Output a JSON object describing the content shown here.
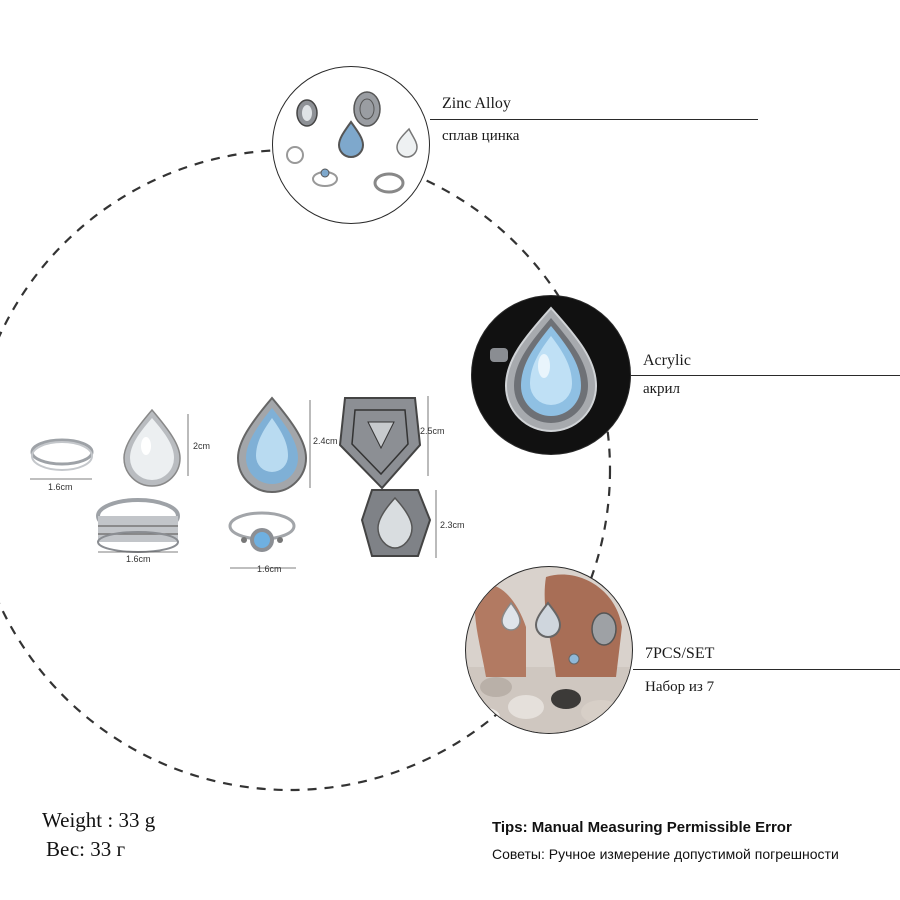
{
  "callouts": [
    {
      "label_en": "Zinc Alloy",
      "label_ru": "сплав цинка"
    },
    {
      "label_en": "Acrylic",
      "label_ru": "акрил"
    },
    {
      "label_en": "7PCS/SET",
      "label_ru": "Набор из 7"
    }
  ],
  "dimensions": {
    "ring_moon": "1.6cm",
    "ring_opal": "2cm",
    "ring_blue_drop": "2.4cm",
    "ring_shield": "2.5cm",
    "ring_band": "1.6cm",
    "ring_small_blue": "1.6cm",
    "ring_marquise": "2.3cm"
  },
  "weight": {
    "en": "Weight : 33 g",
    "ru": "Вес: 33 г"
  },
  "tips": {
    "en": "Tips: Manual Measuring Permissible Error",
    "ru": "Советы: Ручное измерение допустимой погрешности"
  },
  "colors": {
    "stone_blue": "#8fb8d8",
    "silver": "#b9bcc0",
    "dark_silver": "#6d7075",
    "opal": "#e8ecee",
    "line": "#2a2a2a"
  }
}
